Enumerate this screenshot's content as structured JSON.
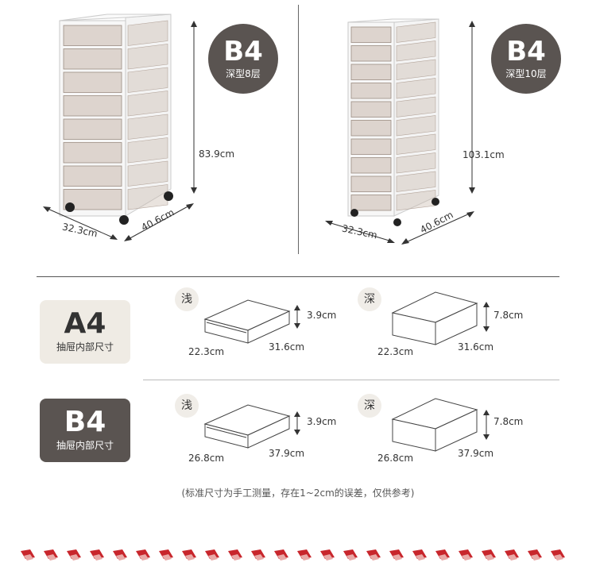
{
  "products": [
    {
      "code": "B4",
      "type": "深型8层",
      "height": "83.9cm",
      "width": "32.3cm",
      "depth": "40.6cm"
    },
    {
      "code": "B4",
      "type": "深型10层",
      "height": "103.1cm",
      "width": "32.3cm",
      "depth": "40.6cm"
    }
  ],
  "drawer_sections": [
    {
      "size": "A4",
      "caption": "抽屉内部尺寸",
      "items": [
        {
          "label": "浅",
          "height": "3.9cm",
          "width": "22.3cm",
          "depth": "31.6cm"
        },
        {
          "label": "深",
          "height": "7.8cm",
          "width": "22.3cm",
          "depth": "31.6cm"
        }
      ]
    },
    {
      "size": "B4",
      "caption": "抽屉内部尺寸",
      "items": [
        {
          "label": "浅",
          "height": "3.9cm",
          "width": "26.8cm",
          "depth": "37.9cm"
        },
        {
          "label": "深",
          "height": "7.8cm",
          "width": "26.8cm",
          "depth": "37.9cm"
        }
      ]
    }
  ],
  "note": "(标准尺寸为手工测量，存在1~2cm的误差，仅供参考)",
  "colors": {
    "badge_dark": "#5a5451",
    "badge_light": "#efebe4",
    "accent_red": "#c8262c",
    "drawer_tint": "#c9b8ad"
  }
}
